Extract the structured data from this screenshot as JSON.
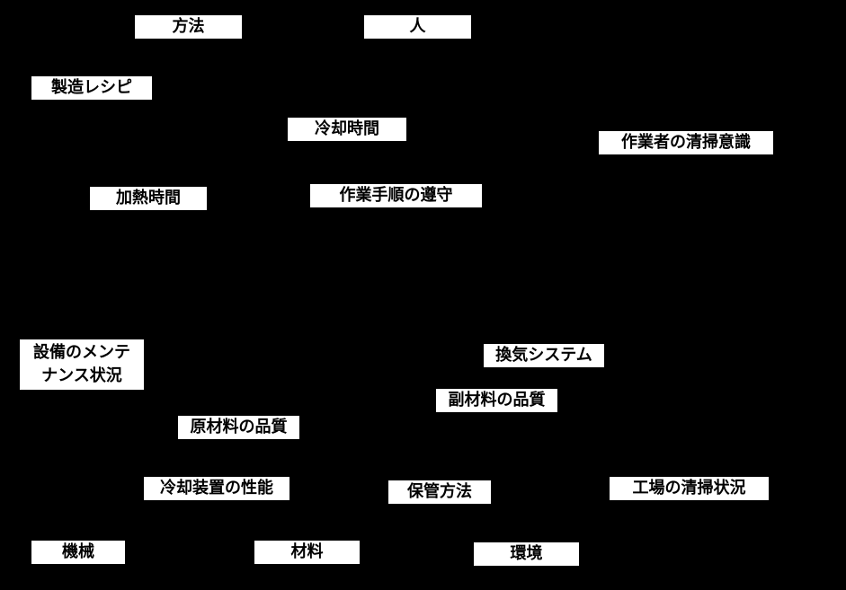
{
  "diagram": {
    "type": "fishbone",
    "colors": {
      "background": "#000000",
      "box_background": "#ffffff",
      "box_text": "#000000"
    },
    "categories": [
      {
        "label": "方法",
        "position": "top"
      },
      {
        "label": "人",
        "position": "top"
      },
      {
        "label": "機械",
        "position": "bottom"
      },
      {
        "label": "材料",
        "position": "bottom"
      },
      {
        "label": "環境",
        "position": "bottom"
      }
    ],
    "causes": [
      {
        "label": "製造レシピ",
        "category": "方法"
      },
      {
        "label": "冷却時間",
        "category": "方法"
      },
      {
        "label": "作業者の清掃意識",
        "category": "人"
      },
      {
        "label": "加熱時間",
        "category": "方法"
      },
      {
        "label": "作業手順の遵守",
        "category": "人"
      },
      {
        "label": "設備のメンテナンス状況",
        "category": "機械"
      },
      {
        "label": "換気システム",
        "category": "環境"
      },
      {
        "label": "副材料の品質",
        "category": "材料"
      },
      {
        "label": "原材料の品質",
        "category": "材料"
      },
      {
        "label": "冷却装置の性能",
        "category": "機械"
      },
      {
        "label": "保管方法",
        "category": "環境"
      },
      {
        "label": "工場の清掃状況",
        "category": "環境"
      }
    ]
  }
}
